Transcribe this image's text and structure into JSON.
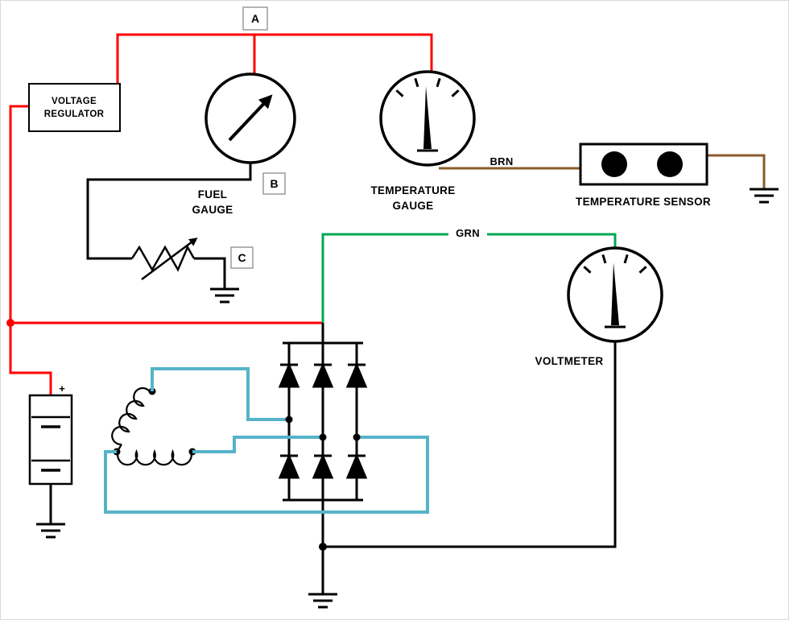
{
  "diagram": {
    "terminals": {
      "a": "A",
      "b": "B",
      "c": "C"
    },
    "components": {
      "voltage_regulator": {
        "line1": "VOLTAGE",
        "line2": "REGULATOR"
      },
      "fuel_gauge": {
        "line1": "FUEL",
        "line2": "GAUGE"
      },
      "temperature_gauge": {
        "line1": "TEMPERATURE",
        "line2": "GAUGE"
      },
      "temperature_sensor": {
        "label": "TEMPERATURE SENSOR"
      },
      "voltmeter": {
        "label": "VOLTMETER"
      },
      "battery": {
        "positive_label": "+"
      }
    },
    "wire_labels": {
      "brown": "BRN",
      "green": "GRN"
    },
    "colors": {
      "red_wire": "#ff0000",
      "green_wire": "#00a651",
      "brown_wire": "#8a5a2b",
      "cyan_wire": "#56b3c8",
      "black_wire": "#000000",
      "label_box_border": "#9a9a9a"
    }
  }
}
